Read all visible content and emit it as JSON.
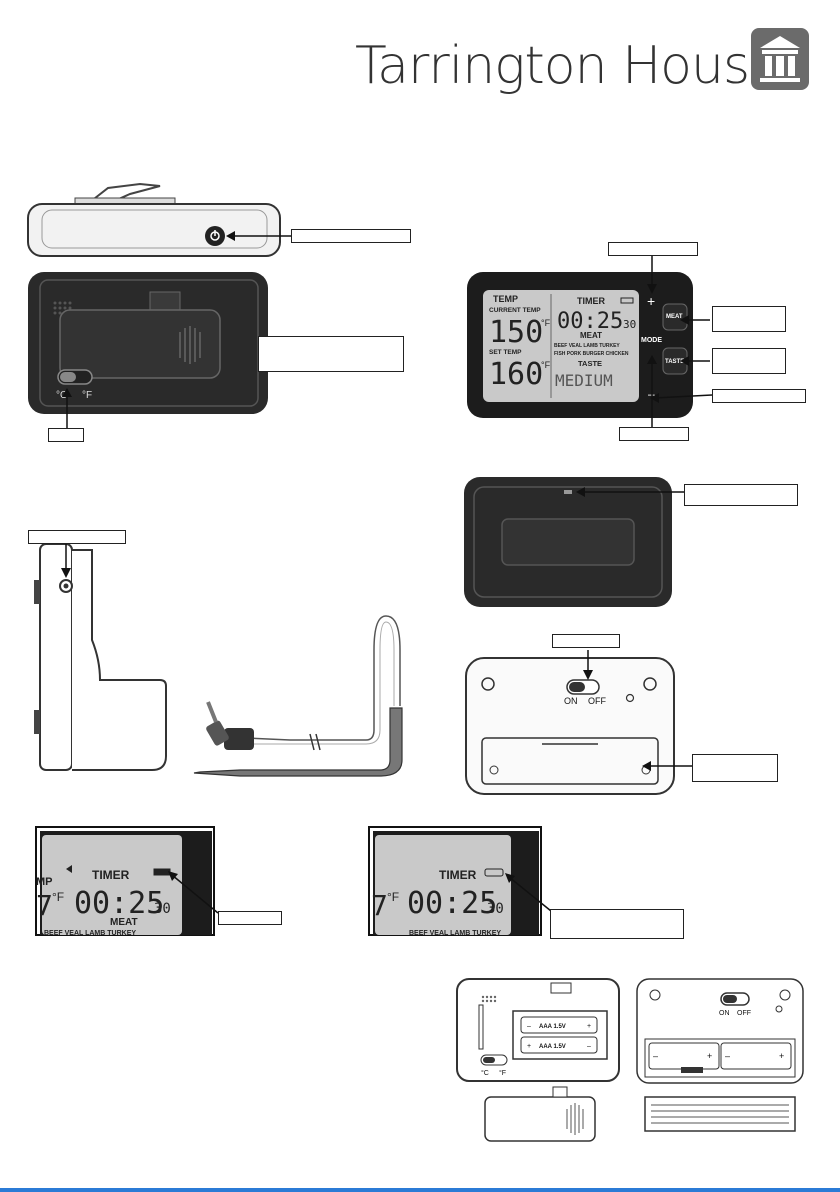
{
  "header": {
    "brand_name": "Tarrington House",
    "logo_icon": "house-building-icon"
  },
  "main_display": {
    "left": {
      "section_label": "TEMP",
      "current_label": "CURRENT TEMP",
      "current_value": "150",
      "set_label": "SET TEMP",
      "set_value": "160",
      "unit": "°F"
    },
    "right": {
      "timer_label": "TIMER",
      "timer_value": "00:25",
      "timer_seconds": "30",
      "meat_label": "MEAT",
      "meat_row1": "BEEF VEAL LAMB TURKEY",
      "meat_row2": "FISH PORK BURGER CHICKEN",
      "taste_label": "TASTE",
      "taste_value": "MEDIUM"
    },
    "buttons": {
      "plus": "+",
      "mode": "MODE",
      "minus": "–",
      "meat": "MEAT",
      "taste": "TASTE"
    }
  },
  "switches": {
    "unit_celsius": "°C",
    "unit_fahrenheit": "°F",
    "power_on": "ON",
    "power_off": "OFF"
  },
  "detail_left": {
    "timer_label": "TIMER",
    "timer_value": "00:25",
    "timer_seconds": "30",
    "meat_label": "MEAT",
    "meat_row": "BEEF VEAL LAMB TURKEY",
    "temp_fragment": "MP",
    "unit": "°F"
  },
  "detail_right": {
    "timer_label": "TIMER",
    "timer_value": "00:25",
    "timer_seconds": "30",
    "meat_row": "BEEF VEAL LAMB TURKEY",
    "unit": "°F"
  },
  "battery_view": {
    "cell_label": "AAA 1.5V",
    "plus": "+",
    "minus": "–",
    "unit_celsius": "°C",
    "unit_fahrenheit": "°F",
    "power_on": "ON",
    "power_off": "OFF"
  },
  "colors": {
    "device_dark": "#2a2a2a",
    "lcd_bg": "#c9c9c9",
    "accent_blue": "#2b7bd6"
  }
}
